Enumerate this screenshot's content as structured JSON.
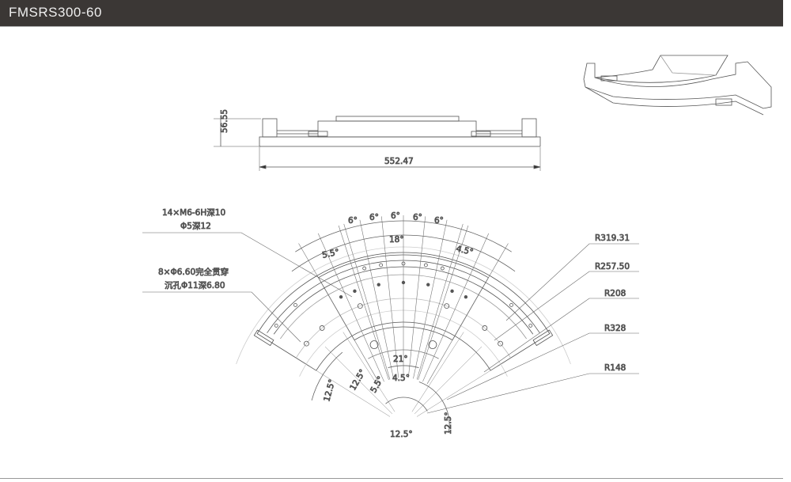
{
  "header": {
    "title": "FMSRS300-60"
  },
  "side_view": {
    "height_dim": "56.55",
    "width_dim": "552.47"
  },
  "callouts": {
    "tapped_holes_line1": "14×M6-6H深10",
    "tapped_holes_line2": "Φ5深12",
    "through_holes_line1": "8×Φ6.60完全贯穿",
    "through_holes_line2": "沉孔Φ11深6.80"
  },
  "angles": {
    "a6_1": "6°",
    "a6_2": "6°",
    "a6_3": "6°",
    "a6_4": "6°",
    "a6_5": "6°",
    "a18": "18°",
    "a5_5_top": "5.5°",
    "a4_5_top": "4.5°",
    "a21": "21°",
    "a4_5_bot": "4.5°",
    "a5_5_bot": "5.5°",
    "a12_5_a": "12.5°",
    "a12_5_b": "12.5°",
    "a12_5_c": "12.5°",
    "a12_5_d": "12.5°"
  },
  "radii": {
    "r1": "R319.31",
    "r2": "R257.50",
    "r3": "R208",
    "r4": "R328",
    "r5": "R148"
  }
}
